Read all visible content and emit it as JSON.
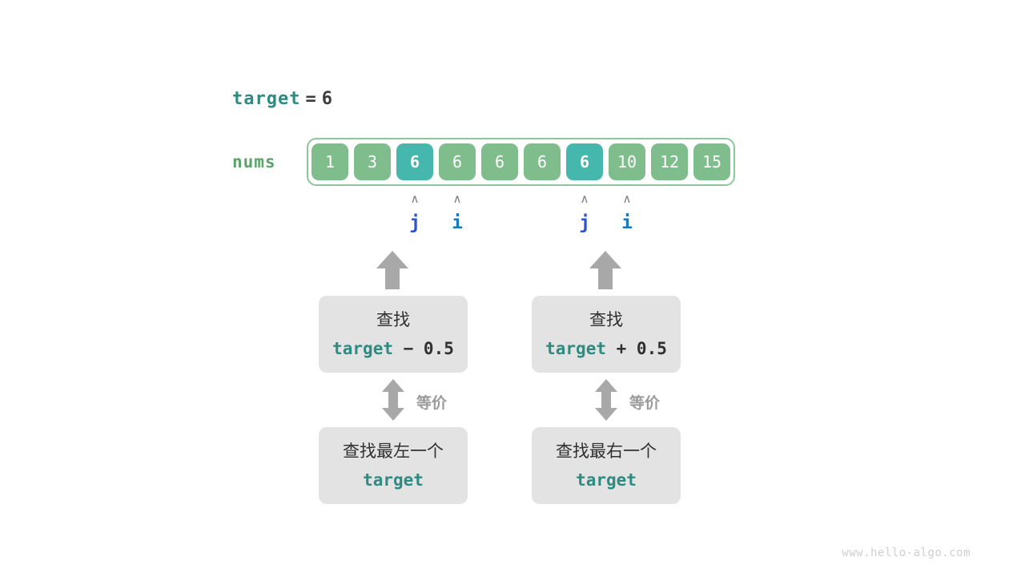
{
  "diagram": {
    "title_line": {
      "var": "target",
      "op": "=",
      "value": "6"
    },
    "array": {
      "label": "nums",
      "values": [
        "1",
        "3",
        "6",
        "6",
        "6",
        "6",
        "6",
        "10",
        "12",
        "15"
      ],
      "highlighted_indices": [
        2,
        6
      ],
      "cell_color": "#7fbd8c",
      "highlight_color": "#45b7ac",
      "border_color": "#8cc79a"
    },
    "pointers": [
      {
        "name": "j",
        "caret": "∧",
        "index": 2,
        "color": "#2f54c8"
      },
      {
        "name": "i",
        "caret": "∧",
        "index": 3,
        "color": "#1878be"
      },
      {
        "name": "j",
        "caret": "∧",
        "index": 6,
        "color": "#2f54c8"
      },
      {
        "name": "i",
        "caret": "∧",
        "index": 7,
        "color": "#1878be"
      }
    ],
    "branches": [
      {
        "top_box": {
          "zh": "查找",
          "code_var": "target",
          "code_op": "− 0.5"
        },
        "equiv_label": "等价",
        "bottom_box": {
          "zh": "查找最左一个",
          "code_var": "target"
        }
      },
      {
        "top_box": {
          "zh": "查找",
          "code_var": "target",
          "code_op": "+ 0.5"
        },
        "equiv_label": "等价",
        "bottom_box": {
          "zh": "查找最右一个",
          "code_var": "target"
        }
      }
    ],
    "watermark": "www.hello-algo.com",
    "colors": {
      "accent_teal": "#2e8b82",
      "accent_green": "#5aa469",
      "arrow_gray": "#a8a8a8",
      "box_gray": "#e3e3e3"
    }
  }
}
